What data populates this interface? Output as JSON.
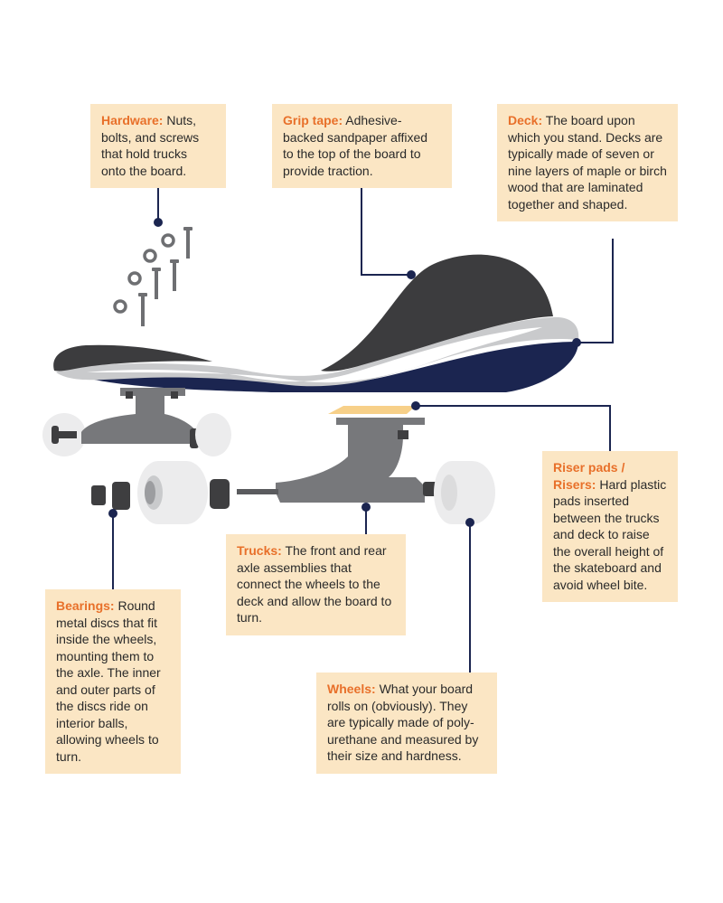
{
  "colors": {
    "callout_bg": "#fbe6c4",
    "term": "#e8702a",
    "leader": "#1b2550",
    "grip_tape": "#3c3c3e",
    "deck_underside": "#1b2550",
    "deck_edge": "#c9cacc",
    "truck": "#77787b",
    "wheel": "#ececed",
    "bearing": "#3e3e40",
    "riser": "#f7d089"
  },
  "callouts": {
    "hardware": {
      "term": "Hardware:",
      "text": " Nuts, bolts, and screws that hold trucks onto the board."
    },
    "grip_tape": {
      "term": "Grip tape:",
      "text": " Adhesive-backed sandpaper affixed to the top of the board to provide traction."
    },
    "deck": {
      "term": "Deck:",
      "text": " The board upon which you stand. Decks are typically made of seven or nine layers of maple or birch wood that are laminated together and shaped."
    },
    "riser_pads": {
      "term": "Riser pads / Risers:",
      "text": " Hard plastic pads inserted between the trucks and deck to raise the overall height of the skateboard and avoid wheel bite."
    },
    "trucks": {
      "term": "Trucks:",
      "text": " The front and rear axle assemblies that connect the wheels to the deck and allow the board to turn."
    },
    "bearings": {
      "term": "Bearings:",
      "text": " Round metal discs that fit inside the wheels, mounting them to the axle. The inner and outer parts of the discs ride on interior balls, allowing wheels to turn."
    },
    "wheels": {
      "term": "Wheels:",
      "text": " What your board rolls on (obviously). They are typically made of poly-urethane and measured by their size and hardness."
    }
  }
}
